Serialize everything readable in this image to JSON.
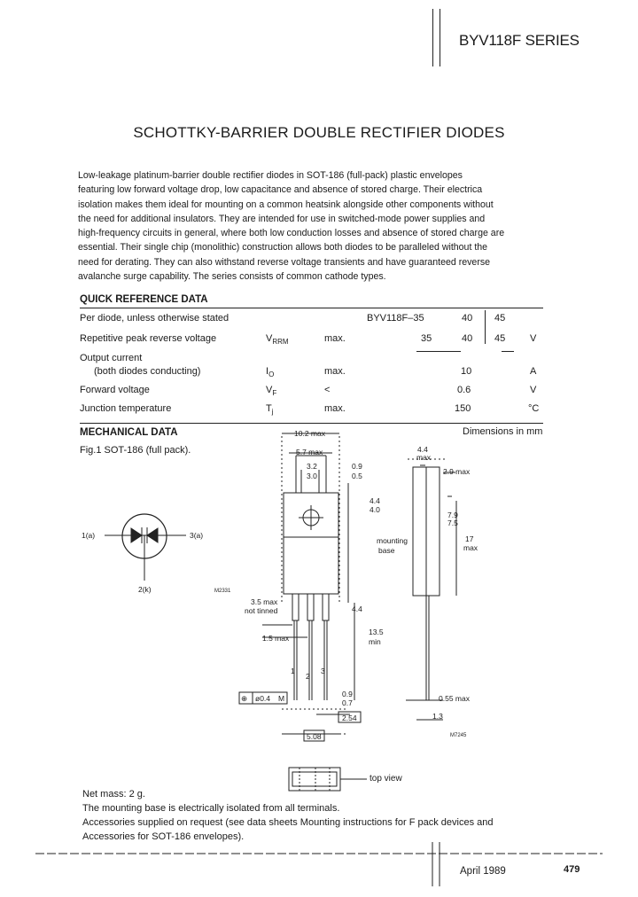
{
  "header": {
    "series": "BYV118F SERIES"
  },
  "title": "SCHOTTKY-BARRIER DOUBLE RECTIFIER DIODES",
  "intro_lines": [
    "Low-leakage platinum-barrier double rectifier diodes in SOT-186 (full-pack) plastic envelopes",
    "featuring low forward voltage drop, low capacitance and absence of stored charge. Their electrica",
    "isolation makes them ideal for mounting on a common heatsink alongside other components without",
    "the need for additional insulators. They are intended for use in switched-mode power supplies and",
    "high-frequency circuits in general, where both low conduction losses and absence of stored charge are",
    "essential. Their single chip (monolithic) construction allows both diodes to be paralleled without the",
    "need for derating. They can also withstand reverse voltage transients and have guaranteed reverse",
    "avalanche surge capability. The series consists of common cathode types."
  ],
  "quick_reference": {
    "heading": "QUICK REFERENCE DATA",
    "per_diode": "Per diode, unless otherwise stated",
    "type_prefix": "BYV118F–35",
    "type_40": "40",
    "type_45": "45",
    "rows": [
      {
        "param": "Repetitive peak reverse voltage",
        "symbol": "V",
        "sub": "RRM",
        "cond": "max.",
        "v35": "35",
        "v40": "40",
        "v45": "45",
        "unit": "V"
      },
      {
        "param": "Output current",
        "param2": "(both diodes conducting)",
        "symbol": "I",
        "sub": "O",
        "cond": "max.",
        "value": "10",
        "unit": "A"
      },
      {
        "param": "Forward voltage",
        "symbol": "V",
        "sub": "F",
        "cond": "<",
        "value": "0.6",
        "unit": "V"
      },
      {
        "param": "Junction temperature",
        "symbol": "T",
        "sub": "j",
        "cond": "max.",
        "value": "150",
        "unit": "°C"
      }
    ]
  },
  "mechanical": {
    "heading": "MECHANICAL DATA",
    "dimensions_note": "Dimensions in mm",
    "fig_caption": "Fig.1 SOT-186 (full pack).",
    "symbol_labels": {
      "left": "1(a)",
      "right": "3(a)",
      "bottom": "2(k)",
      "code": "M2331"
    },
    "front_dims": {
      "w_total": "10.2 max",
      "w_upper": "5.7 max",
      "d32": "3.2",
      "d30": "3.0",
      "d09": "0.9",
      "d05": "0.5",
      "d44": "4.4",
      "d40": "4.0",
      "lead_note1": "3.5 max",
      "lead_note2": "not tinned",
      "d44b": "4.4",
      "d15": "1.5 max",
      "d135": "13.5",
      "min": "min",
      "pin1": "1",
      "pin2": "2",
      "pin3": "3",
      "tol_sym": "⊕",
      "tol_val": "ø0.4",
      "tol_m": "M",
      "d09b": "0.9",
      "d07": "0.7",
      "pitch": "2.54",
      "span": "5.08"
    },
    "side_dims": {
      "d44": "4.4",
      "max": "max",
      "d29": "2.9 max",
      "d79": "7.9",
      "d75": "7.5",
      "mounting": "mounting",
      "base": "base",
      "d17": "17",
      "max17": "max",
      "d055": "0.55 max",
      "d13": "1.3",
      "code": "M7245"
    },
    "top_view_label": "top view"
  },
  "footer": {
    "lines": [
      "Net mass: 2 g.",
      "The mounting base is electrically isolated from all terminals.",
      "Accessories supplied on request (see data sheets Mounting instructions for F pack devices and",
      "Accessories for SOT-186 envelopes)."
    ],
    "date": "April 1989",
    "page_number": "479"
  }
}
